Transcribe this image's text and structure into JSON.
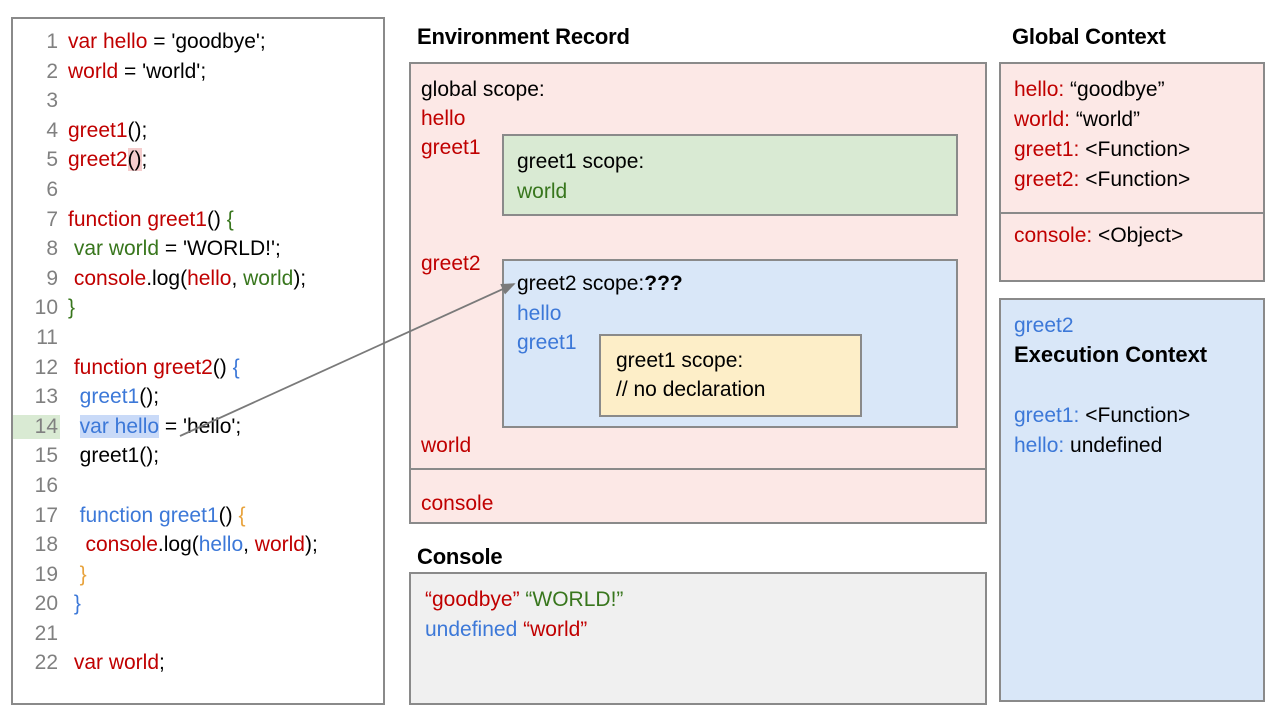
{
  "editor": {
    "name": "code-editor",
    "highlighted_line": 14,
    "lines": [
      {
        "num": "1",
        "tokens": [
          {
            "t": "var hello",
            "c": "red"
          },
          {
            "t": " = ",
            "c": "black"
          },
          {
            "t": "'goodbye';",
            "c": "black"
          }
        ]
      },
      {
        "num": "2",
        "tokens": [
          {
            "t": "world",
            "c": "red"
          },
          {
            "t": " = 'world';",
            "c": "black"
          }
        ]
      },
      {
        "num": "3",
        "tokens": []
      },
      {
        "num": "4",
        "tokens": [
          {
            "t": "greet1",
            "c": "red"
          },
          {
            "t": "();",
            "c": "black"
          }
        ]
      },
      {
        "num": "5",
        "tokens": [
          {
            "t": "greet2",
            "c": "red"
          },
          {
            "t": "()",
            "c": "black",
            "bg": "pink"
          },
          {
            "t": ";",
            "c": "black"
          }
        ]
      },
      {
        "num": "6",
        "tokens": []
      },
      {
        "num": "7",
        "tokens": [
          {
            "t": "function greet1",
            "c": "red"
          },
          {
            "t": "() ",
            "c": "black"
          },
          {
            "t": "{",
            "c": "green"
          }
        ]
      },
      {
        "num": "8",
        "tokens": [
          {
            "t": " var world",
            "c": "green"
          },
          {
            "t": " = 'WORLD!';",
            "c": "black"
          }
        ]
      },
      {
        "num": "9",
        "tokens": [
          {
            "t": " console",
            "c": "red"
          },
          {
            "t": ".log(",
            "c": "black"
          },
          {
            "t": "hello",
            "c": "red"
          },
          {
            "t": ", ",
            "c": "black"
          },
          {
            "t": "world",
            "c": "green"
          },
          {
            "t": ");",
            "c": "black"
          }
        ]
      },
      {
        "num": "10",
        "tokens": [
          {
            "t": "}",
            "c": "green"
          }
        ]
      },
      {
        "num": "11",
        "tokens": []
      },
      {
        "num": "12",
        "tokens": [
          {
            "t": " function greet2",
            "c": "red"
          },
          {
            "t": "() ",
            "c": "black"
          },
          {
            "t": "{",
            "c": "blue"
          }
        ]
      },
      {
        "num": "13",
        "tokens": [
          {
            "t": "  greet1",
            "c": "blue"
          },
          {
            "t": "();",
            "c": "black"
          }
        ]
      },
      {
        "num": "14",
        "tokens": [
          {
            "t": "  ",
            "c": "black"
          },
          {
            "t": "var hello",
            "c": "blue",
            "bg": "blue"
          },
          {
            "t": " = 'hello';",
            "c": "black"
          }
        ]
      },
      {
        "num": "15",
        "tokens": [
          {
            "t": "  greet1();",
            "c": "black"
          }
        ]
      },
      {
        "num": "16",
        "tokens": []
      },
      {
        "num": "17",
        "tokens": [
          {
            "t": "  function greet1",
            "c": "blue"
          },
          {
            "t": "() ",
            "c": "black"
          },
          {
            "t": "{",
            "c": "gold"
          }
        ]
      },
      {
        "num": "18",
        "tokens": [
          {
            "t": "   console",
            "c": "red"
          },
          {
            "t": ".log(",
            "c": "black"
          },
          {
            "t": "hello",
            "c": "blue"
          },
          {
            "t": ", ",
            "c": "black"
          },
          {
            "t": "world",
            "c": "red"
          },
          {
            "t": ");",
            "c": "black"
          }
        ]
      },
      {
        "num": "19",
        "tokens": [
          {
            "t": "  }",
            "c": "gold"
          }
        ]
      },
      {
        "num": "20",
        "tokens": [
          {
            "t": " }",
            "c": "blue"
          }
        ]
      },
      {
        "num": "21",
        "tokens": []
      },
      {
        "num": "22",
        "tokens": [
          {
            "t": " var world",
            "c": "red"
          },
          {
            "t": ";",
            "c": "black"
          }
        ]
      }
    ]
  },
  "environment_record": {
    "title": "Environment Record",
    "global_scope_label": "global scope:",
    "bindings_top": [
      "hello",
      "greet1"
    ],
    "binding_greet2": "greet2",
    "binding_world": "world",
    "binding_console": "console",
    "greet1_scope": {
      "header": "greet1 scope:",
      "vars": [
        "world"
      ]
    },
    "greet2_scope": {
      "header": "greet2 scope:",
      "header_suffix": "???",
      "vars": [
        "hello",
        "greet1"
      ],
      "inner": {
        "header": "greet1 scope:",
        "note": "// no declaration"
      }
    }
  },
  "console": {
    "title": "Console",
    "lines": [
      [
        {
          "t": "“goodbye”",
          "c": "red"
        },
        {
          "t": " ",
          "c": "black"
        },
        {
          "t": "“WORLD!”",
          "c": "green"
        }
      ],
      [
        {
          "t": "undefined",
          "c": "blue"
        },
        {
          "t": " ",
          "c": "black"
        },
        {
          "t": "“world”",
          "c": "red"
        }
      ]
    ]
  },
  "global_context": {
    "title": "Global Context",
    "entries": [
      {
        "key": "hello",
        "value": "“goodbye”"
      },
      {
        "key": "world",
        "value": "“world”"
      },
      {
        "key": "greet1",
        "value": "<Function>"
      },
      {
        "key": "greet2",
        "value": "<Function>"
      }
    ],
    "object_entries": [
      {
        "key": "console",
        "value": "<Object>"
      }
    ]
  },
  "execution_context": {
    "scope_name": "greet2",
    "title": "Execution Context",
    "entries": [
      {
        "key": "greet1",
        "value": "<Function>"
      },
      {
        "key": "hello",
        "value": "undefined"
      }
    ]
  },
  "colors": {
    "red": "#c00000",
    "green": "#38761d",
    "blue": "#3c78d8",
    "gold": "#e8a33d",
    "pink_bg": "#fce8e6",
    "green_bg": "#d9ead3",
    "blue_bg": "#d9e7f8",
    "yellow_bg": "#fdeec8",
    "console_bg": "#f0f0f0",
    "border": "#8a8a8a"
  },
  "annotation": {
    "arrow_name": "pointer-arrow-line14-to-greet2-scope"
  }
}
